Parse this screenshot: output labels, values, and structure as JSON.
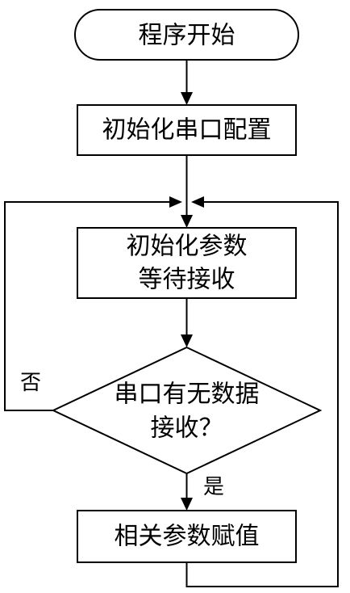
{
  "flowchart": {
    "start": {
      "label": "程序开始"
    },
    "init_serial": {
      "label": "初始化串口配置"
    },
    "init_params": {
      "line1": "初始化参数",
      "line2": "等待接收"
    },
    "decision": {
      "line1": "串口有无数据",
      "line2": "接收？"
    },
    "assign": {
      "label": "相关参数赋值"
    },
    "branch_no": {
      "label": "否"
    },
    "branch_yes": {
      "label": "是"
    }
  },
  "colors": {
    "stroke": "#000000",
    "fill": "#ffffff",
    "text": "#000000"
  }
}
